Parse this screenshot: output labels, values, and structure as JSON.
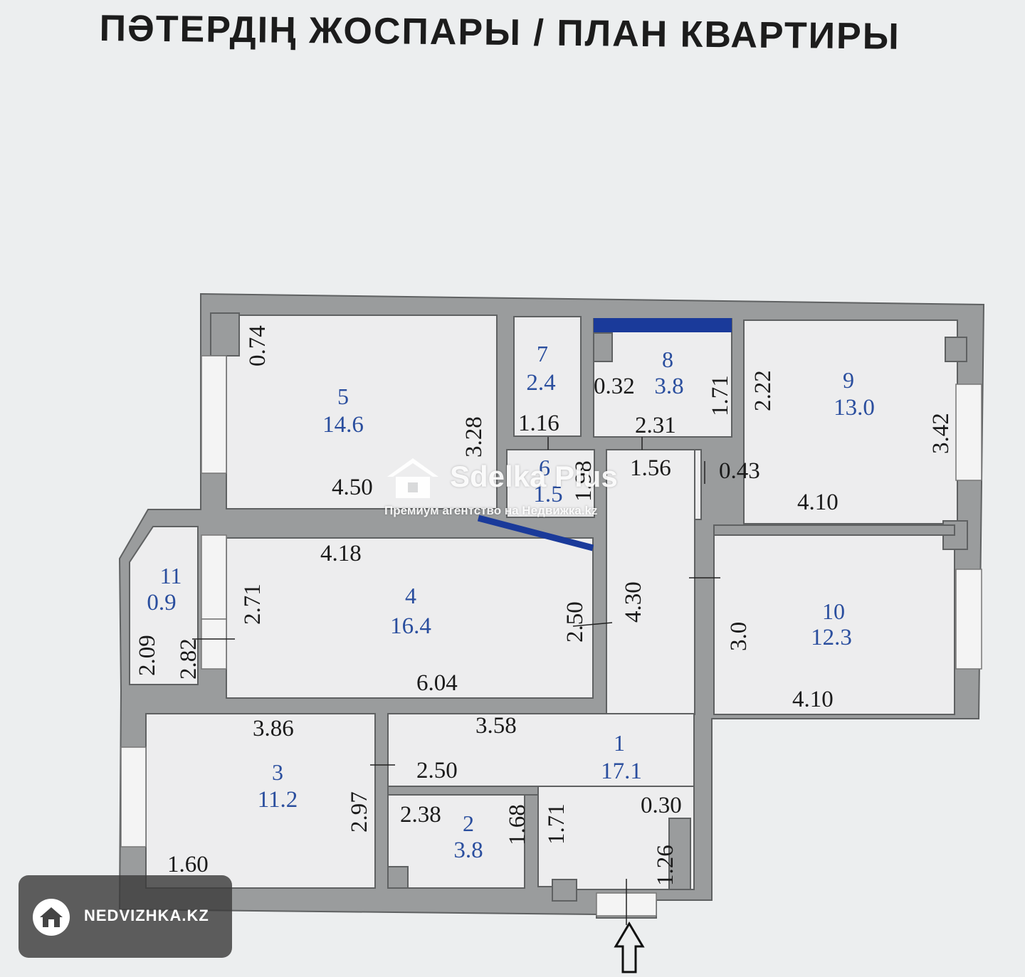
{
  "title": "ПӘТЕРДІҢ ЖОСПАРЫ / ПЛАН КВАРТИРЫ",
  "rooms": [
    {
      "num": "1",
      "area": "17.1"
    },
    {
      "num": "2",
      "area": "3.8"
    },
    {
      "num": "3",
      "area": "11.2"
    },
    {
      "num": "4",
      "area": "16.4"
    },
    {
      "num": "5",
      "area": "14.6"
    },
    {
      "num": "6",
      "area": "1.5"
    },
    {
      "num": "7",
      "area": "2.4"
    },
    {
      "num": "8",
      "area": "3.8"
    },
    {
      "num": "9",
      "area": "13.0"
    },
    {
      "num": "10",
      "area": "12.3"
    },
    {
      "num": "11",
      "area": "0.9"
    }
  ],
  "dims": {
    "r5_top": "0.74",
    "r5_width": "4.50",
    "r5_height": "3.28",
    "r7_width": "1.16",
    "r8_left": "0.32",
    "r8_width": "2.31",
    "r8_height": "1.71",
    "r9_left": "2.22",
    "r9_height": "3.42",
    "r9_width": "4.10",
    "r6_height": "1.98",
    "corr_width": "1.56",
    "corr_gap": "0.43",
    "r4_top": "4.18",
    "r4_height": "2.71",
    "r4_right": "2.50",
    "r4_width": "6.04",
    "corr_len": "4.30",
    "r10_height": "3.0",
    "r10_width": "4.10",
    "r11_a": "2.09",
    "r11_b": "2.82",
    "r3_top": "3.86",
    "r3_height": "2.97",
    "r3_bottom": "1.60",
    "r1_top": "3.58",
    "r2_top": "2.50",
    "r2_width": "2.38",
    "r2_height": "1.68",
    "r1_left": "1.71",
    "r1_gap": "0.30",
    "r1_end": "1.26"
  },
  "watermark": {
    "name": "Sdelka Plus",
    "subtitle": "Премиум агентство на Недвижка.kz",
    "icon": "house-logo-icon"
  },
  "badge": {
    "text": "NEDVIZHKA.KZ",
    "icon": "house-icon"
  },
  "entrance": {
    "icon": "arrow-up-icon"
  },
  "colors": {
    "wall": "#9a9c9d",
    "room": "#ededee",
    "label": "#2a4e9e",
    "accent_wall": "#1a3a9a"
  }
}
